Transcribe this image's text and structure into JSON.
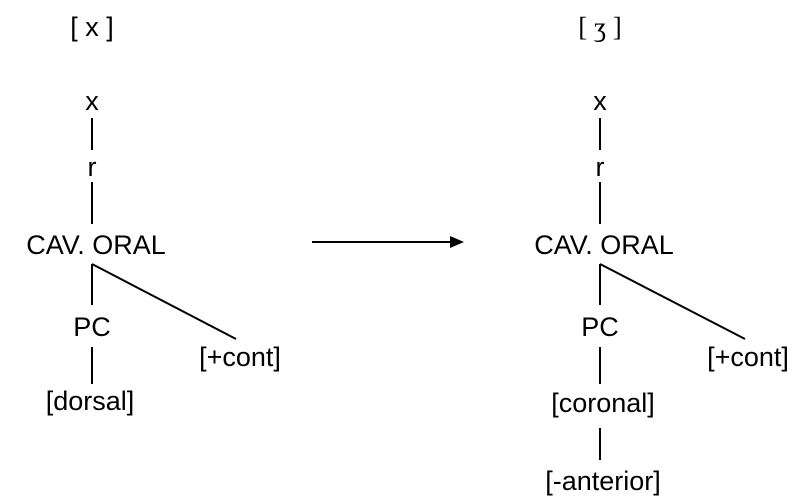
{
  "left_tree": {
    "title": "[ x ]",
    "x": "x",
    "r": "r",
    "cav": "CAV. ORAL",
    "pc": "PC",
    "feature": "[dorsal]",
    "cont": "[+cont]"
  },
  "right_tree": {
    "title": "[ ʒ ]",
    "x": "x",
    "r": "r",
    "cav": "CAV. ORAL",
    "pc": "PC",
    "feature": "[coronal]",
    "anterior": "[-anterior]",
    "cont": "[+cont]"
  }
}
